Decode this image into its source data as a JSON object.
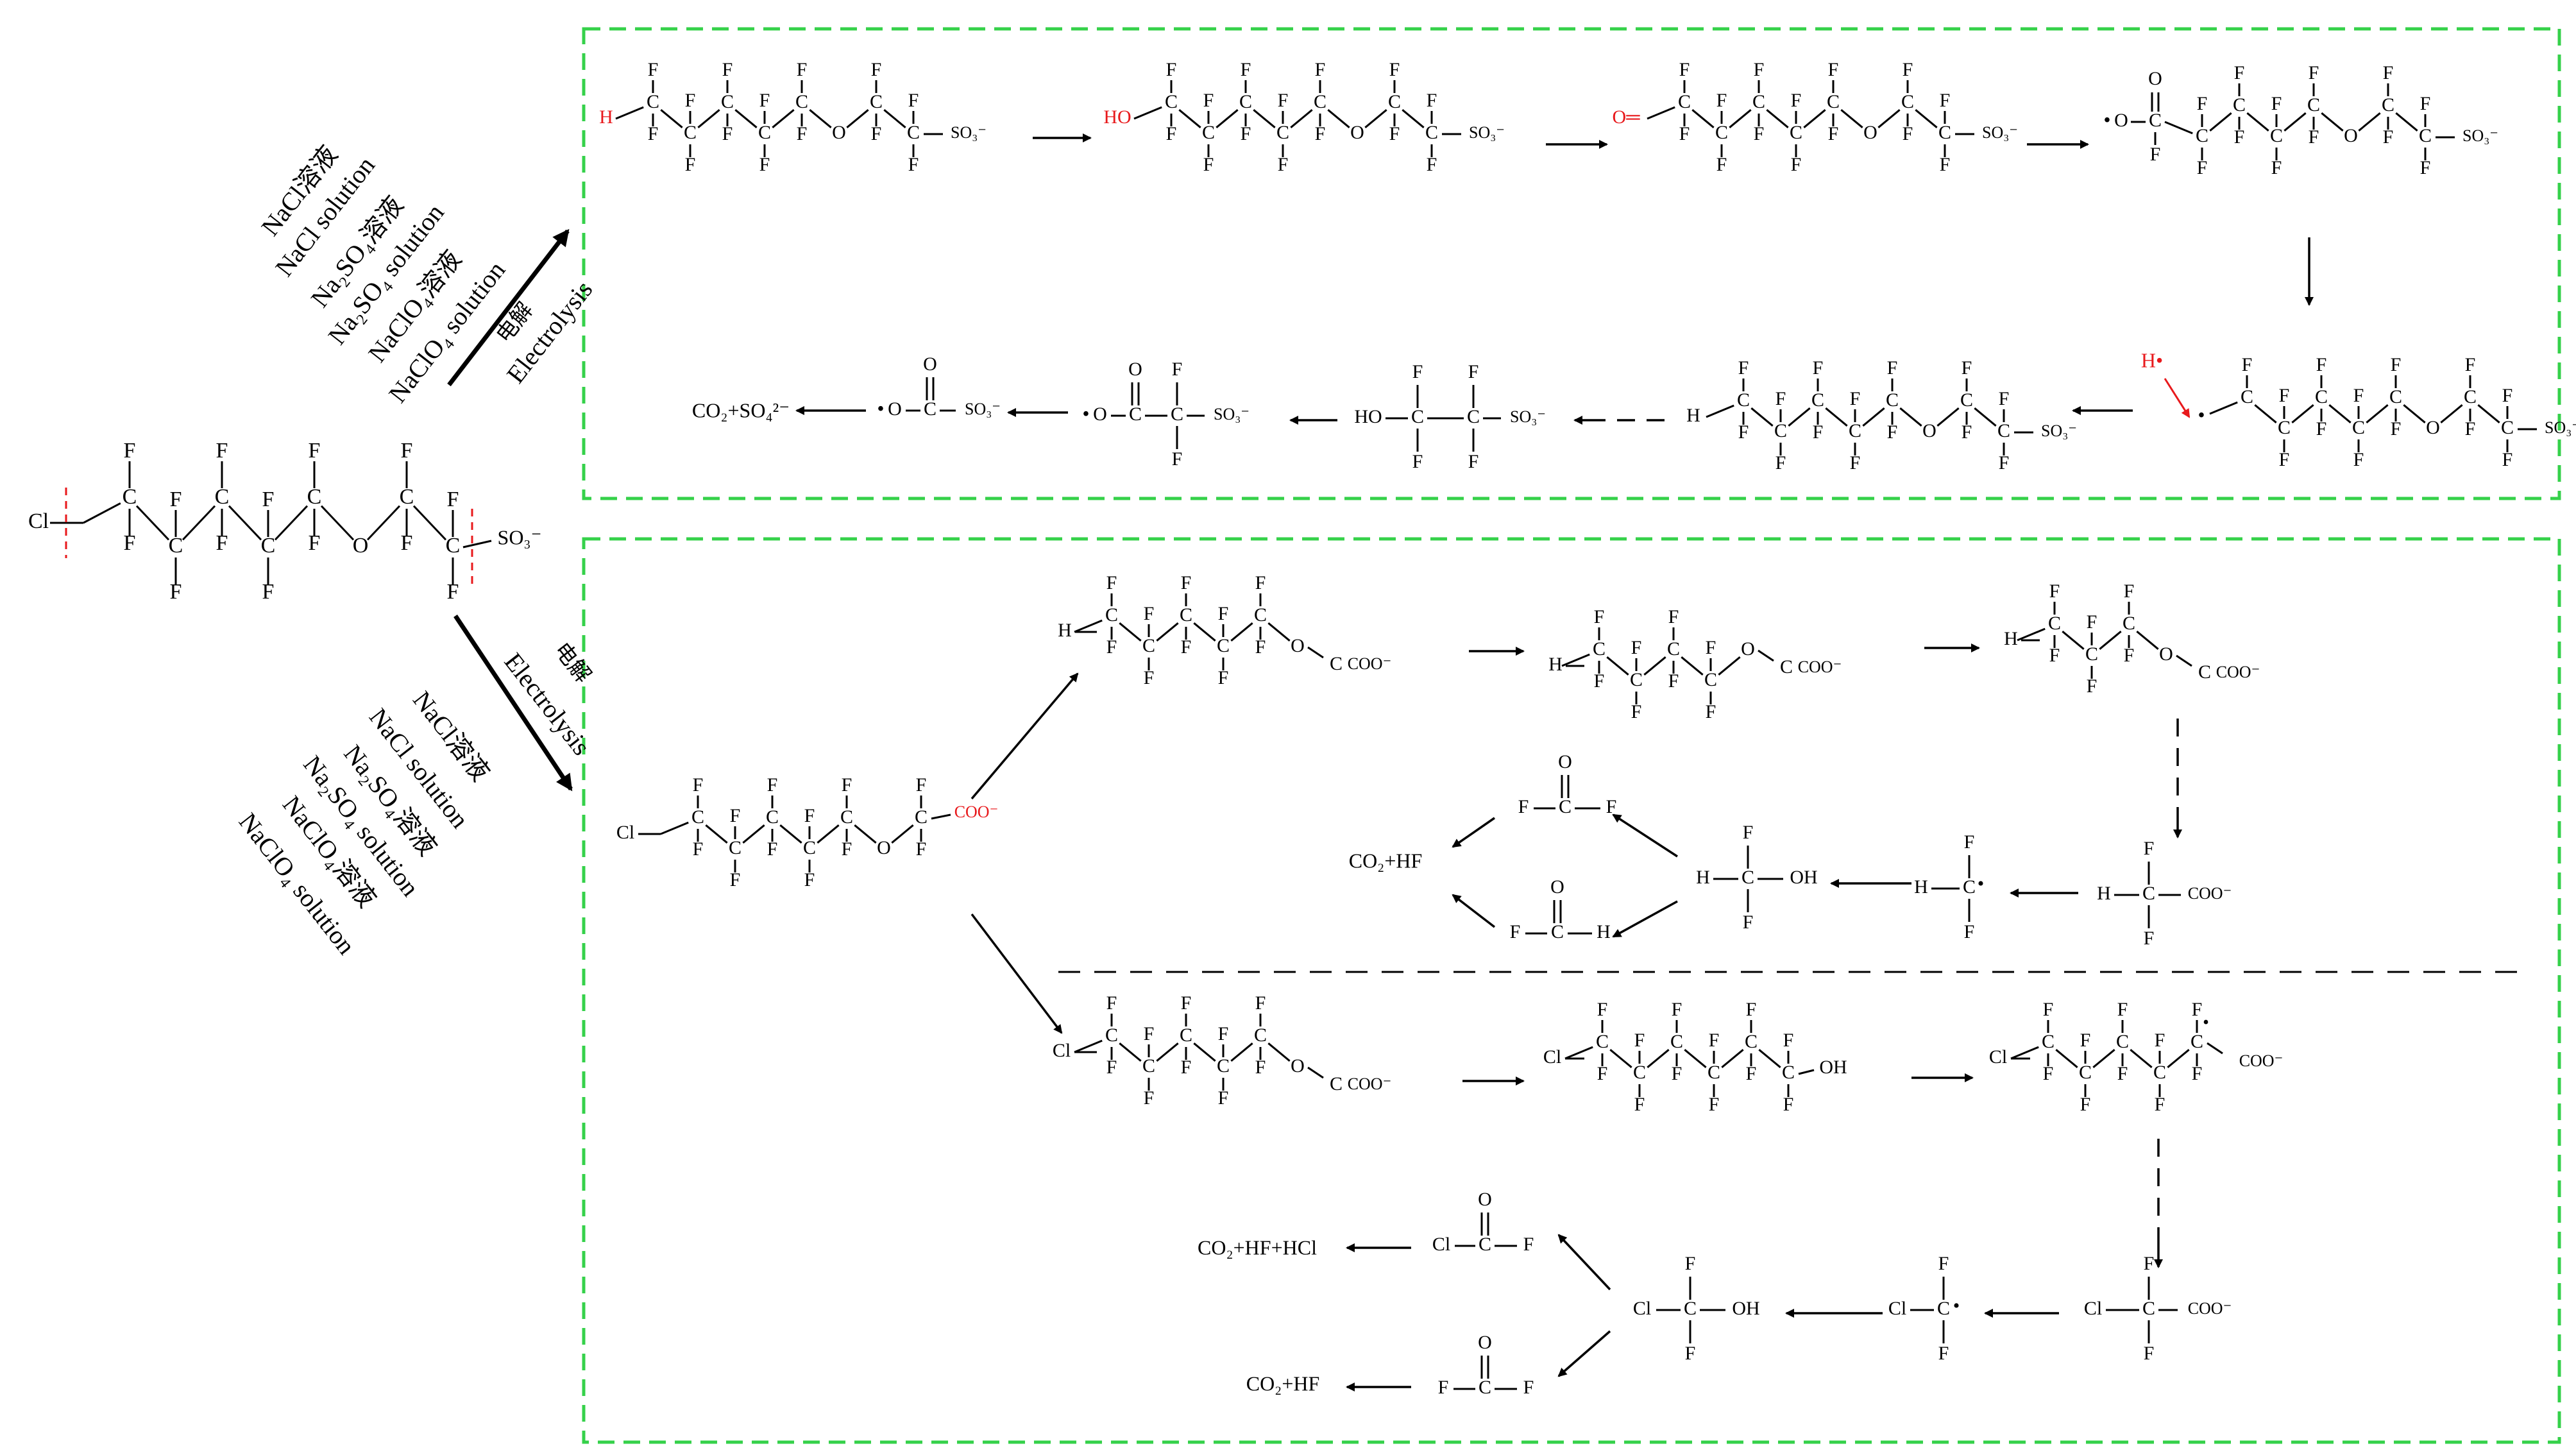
{
  "colors": {
    "box": "#35d14a",
    "highlight": "#e8191c",
    "ink": "#000000"
  },
  "conditions": {
    "upper": [
      "NaCl溶液",
      "NaCl solution",
      "Na₂SO₄溶液",
      "Na₂SO₄ solution",
      "NaClO₄溶液",
      "NaClO₄ solution"
    ],
    "lower": [
      "NaCl溶液",
      "NaCl solution",
      "Na₂SO₄溶液",
      "Na₂SO₄ solution",
      "NaClO₄溶液",
      "NaClO₄ solution"
    ],
    "electrolysis_cn": "电解",
    "electrolysis_en": "Electrolysis"
  },
  "atoms": {
    "F": "F",
    "C": "C",
    "O": "O",
    "Cl": "Cl",
    "H": "H"
  },
  "groups": {
    "so3": "SO₃⁻",
    "coo": "COO⁻",
    "ho": "HO",
    "oh": "OH",
    "h_radical": "H•",
    "radical": "•",
    "double_o": "O═",
    "starter_left": "Cl"
  },
  "products": {
    "co2_so4": "CO₂+SO₄²⁻",
    "co2_hf_a": "CO₂+HF",
    "co2_hf_hcl": "CO₂+HF+HCl",
    "co2_hf_b": "CO₂+HF"
  }
}
